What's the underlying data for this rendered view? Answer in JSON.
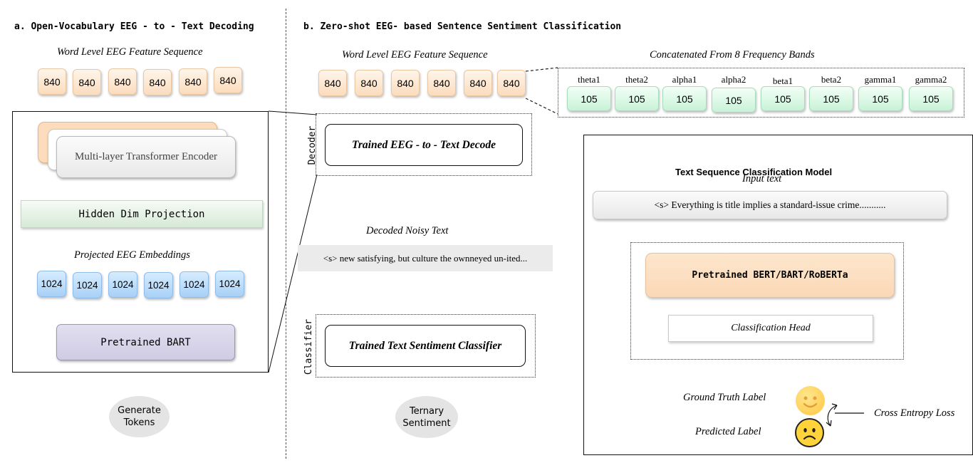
{
  "section_a": {
    "title": "a. Open-Vocabulary EEG - to - Text Decoding",
    "word_level_label": "Word Level EEG Feature Sequence",
    "word_chips": [
      "840",
      "840",
      "840",
      "840",
      "840",
      "840"
    ],
    "encoder_label": "Multi-layer Transformer Encoder",
    "projection_label": "Hidden Dim Projection",
    "projected_label": "Projected EEG Embeddings",
    "projected_chips": [
      "1024",
      "1024",
      "1024",
      "1024",
      "1024",
      "1024"
    ],
    "bart_label": "Pretrained BART",
    "generate_label": "Generate\nTokens"
  },
  "section_b": {
    "title": "b. Zero-shot EEG- based Sentence Sentiment Classification",
    "word_level_label": "Word Level EEG Feature Sequence",
    "word_chips": [
      "840",
      "840",
      "840",
      "840",
      "840",
      "840"
    ],
    "bands_title": "Concatenated From 8 Frequency Bands",
    "bands": [
      {
        "name": "theta1",
        "value": "105"
      },
      {
        "name": "theta2",
        "value": "105"
      },
      {
        "name": "alpha1",
        "value": "105"
      },
      {
        "name": "alpha2",
        "value": "105"
      },
      {
        "name": "beta1",
        "value": "105"
      },
      {
        "name": "beta2",
        "value": "105"
      },
      {
        "name": "gamma1",
        "value": "105"
      },
      {
        "name": "gamma2",
        "value": "105"
      }
    ],
    "decoder_side_label": "Decoder",
    "decoder_box_label": "Trained EEG - to - Text Decode",
    "decoded_title": "Decoded Noisy Text",
    "decoded_text": "<s> new satisfying, but culture the ownneyed un-ited...",
    "classifier_side_label": "Classifier",
    "classifier_box_label": "Trained Text Sentiment Classifier",
    "ternary_label": "Ternary\nSentiment"
  },
  "model_panel": {
    "title": "Text Sequence Classification Model",
    "input_label": "Input text",
    "input_text": "<s> Everything is title implies a standard-issue crime...........",
    "pretrained_label": "Pretrained BERT/BART/RoBERTa",
    "head_label": "Classification Head",
    "ground_truth_label": "Ground Truth Label",
    "predicted_label": "Predicted Label",
    "loss_label": "Cross Entropy Loss",
    "happy_face": "☺",
    "sad_face": "☹"
  },
  "colors": {
    "orange": "#fbdcbd",
    "blue": "#a8d0f6",
    "green": "#c9f2d8",
    "purple": "#d5d2e9",
    "emoji_yellow": "#ffd43b"
  }
}
